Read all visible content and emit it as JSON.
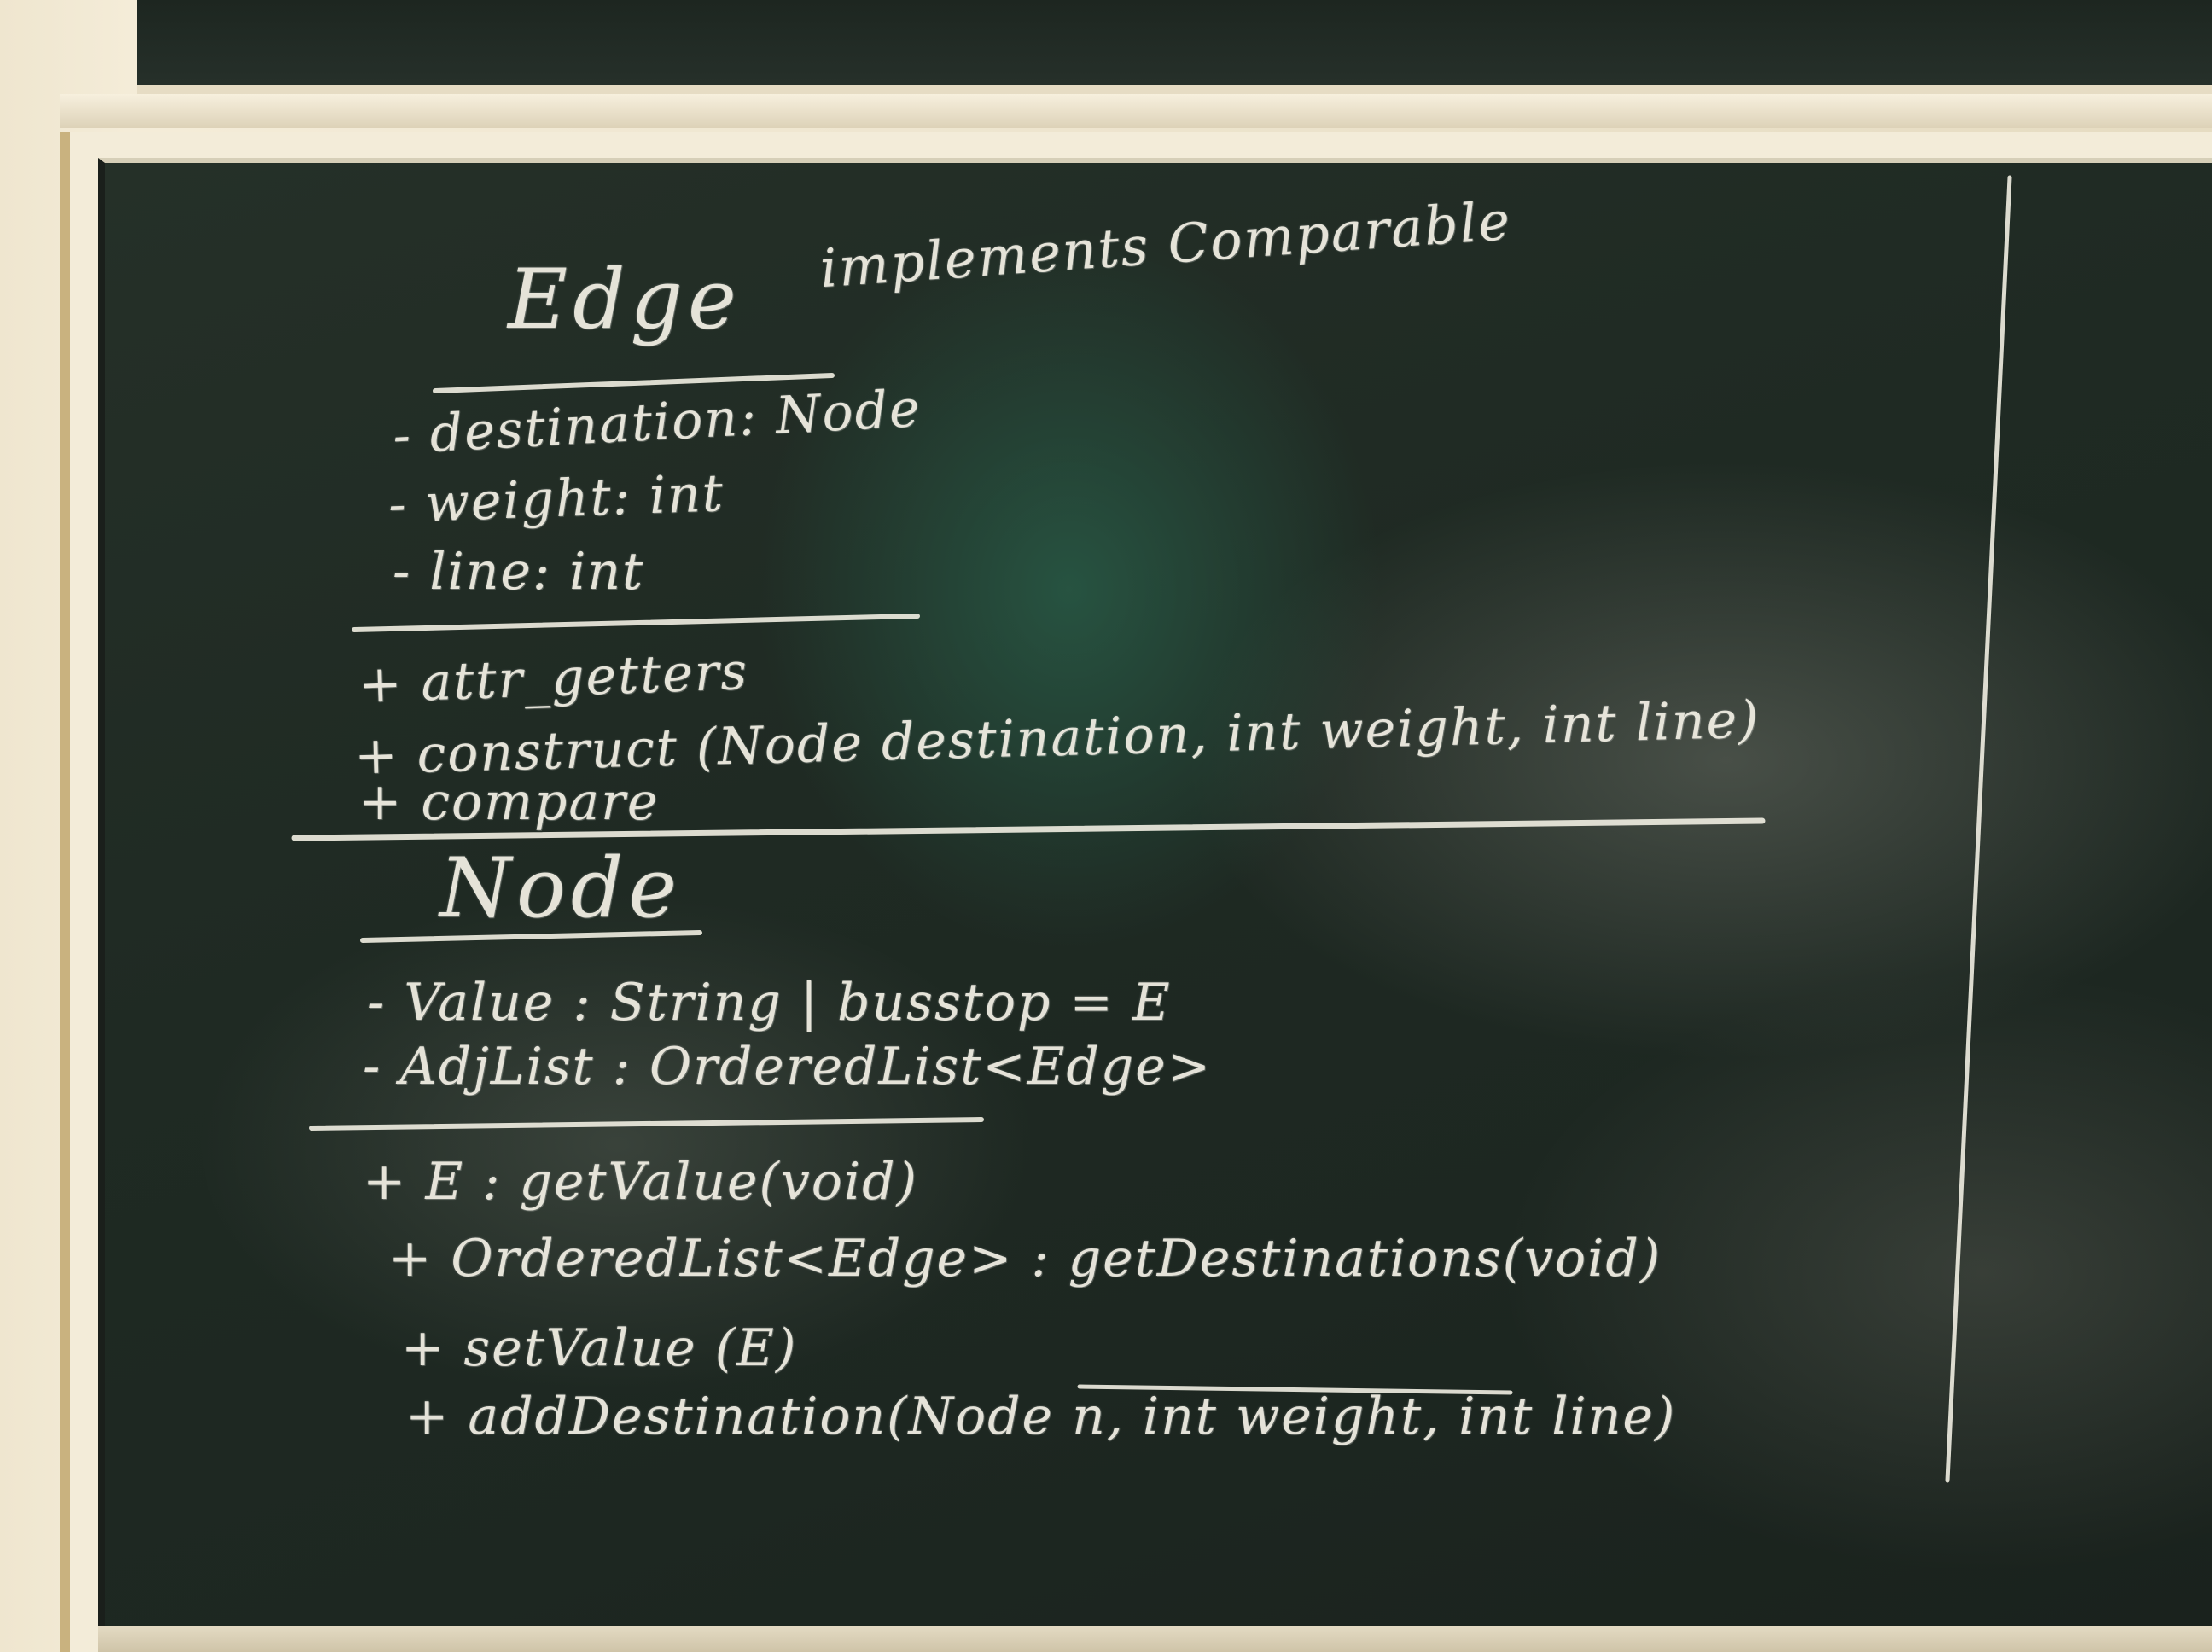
{
  "board": {
    "edge_class": {
      "title": "Edge",
      "implements": "implements Comparable",
      "attributes": [
        "- destination: Node",
        "- weight: int",
        "- line: int"
      ],
      "methods": [
        "+ attr_getters",
        "+ construct (Node destination, int weight, int line)",
        "+ compare"
      ]
    },
    "node_class": {
      "title": "Node",
      "attributes": [
        "- Value : String | busstop = E",
        "- AdjList : OrderedList<Edge>"
      ],
      "methods": [
        "+ E : getValue(void)",
        "+ OrderedList<Edge> : getDestinations(void)",
        "+ setValue (E)",
        "+ addDestination(Node n, int weight, int line)"
      ]
    }
  },
  "colors": {
    "chalkboard": "#1f2a23",
    "chalk": "#f4f1e6",
    "frame": "#f3ecd9"
  }
}
